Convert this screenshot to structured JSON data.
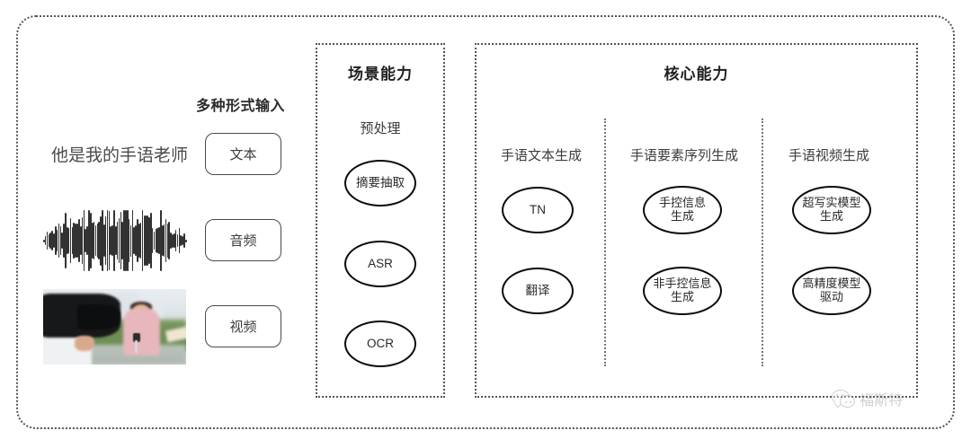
{
  "diagram": {
    "input_section": {
      "heading": "多种形式输入",
      "sample_sentence": "他是我的手语老师",
      "waveform_label": "audio-waveform",
      "photo_label": "video-thumbnail",
      "modalities": [
        {
          "label": "文本",
          "name": "text"
        },
        {
          "label": "音频",
          "name": "audio"
        },
        {
          "label": "视频",
          "name": "video"
        }
      ]
    },
    "scene_panel": {
      "title": "场景能力",
      "subtitle": "预处理",
      "nodes": [
        {
          "label": "摘要抽取"
        },
        {
          "label": "ASR"
        },
        {
          "label": "OCR"
        }
      ]
    },
    "core_panel": {
      "title": "核心能力",
      "columns": [
        {
          "heading": "手语文本生成",
          "nodes": [
            {
              "line1": "TN",
              "line2": ""
            },
            {
              "line1": "翻译",
              "line2": ""
            }
          ]
        },
        {
          "heading": "手语要素序列生成",
          "nodes": [
            {
              "line1": "手控信息",
              "line2": "生成"
            },
            {
              "line1": "非手控信息",
              "line2": "生成"
            }
          ]
        },
        {
          "heading": "手语视频生成",
          "nodes": [
            {
              "line1": "超写实模型",
              "line2": "生成"
            },
            {
              "line1": "高精度模型",
              "line2": "驱动"
            }
          ]
        }
      ]
    },
    "watermark": {
      "text": "福斯特",
      "icon": "wechat-bubble-icon"
    },
    "colors": {
      "border_dotted": "#555555",
      "node_outline": "#0b0b0b",
      "text": "#3c3c3c",
      "watermark": "#8f8f8f"
    }
  }
}
